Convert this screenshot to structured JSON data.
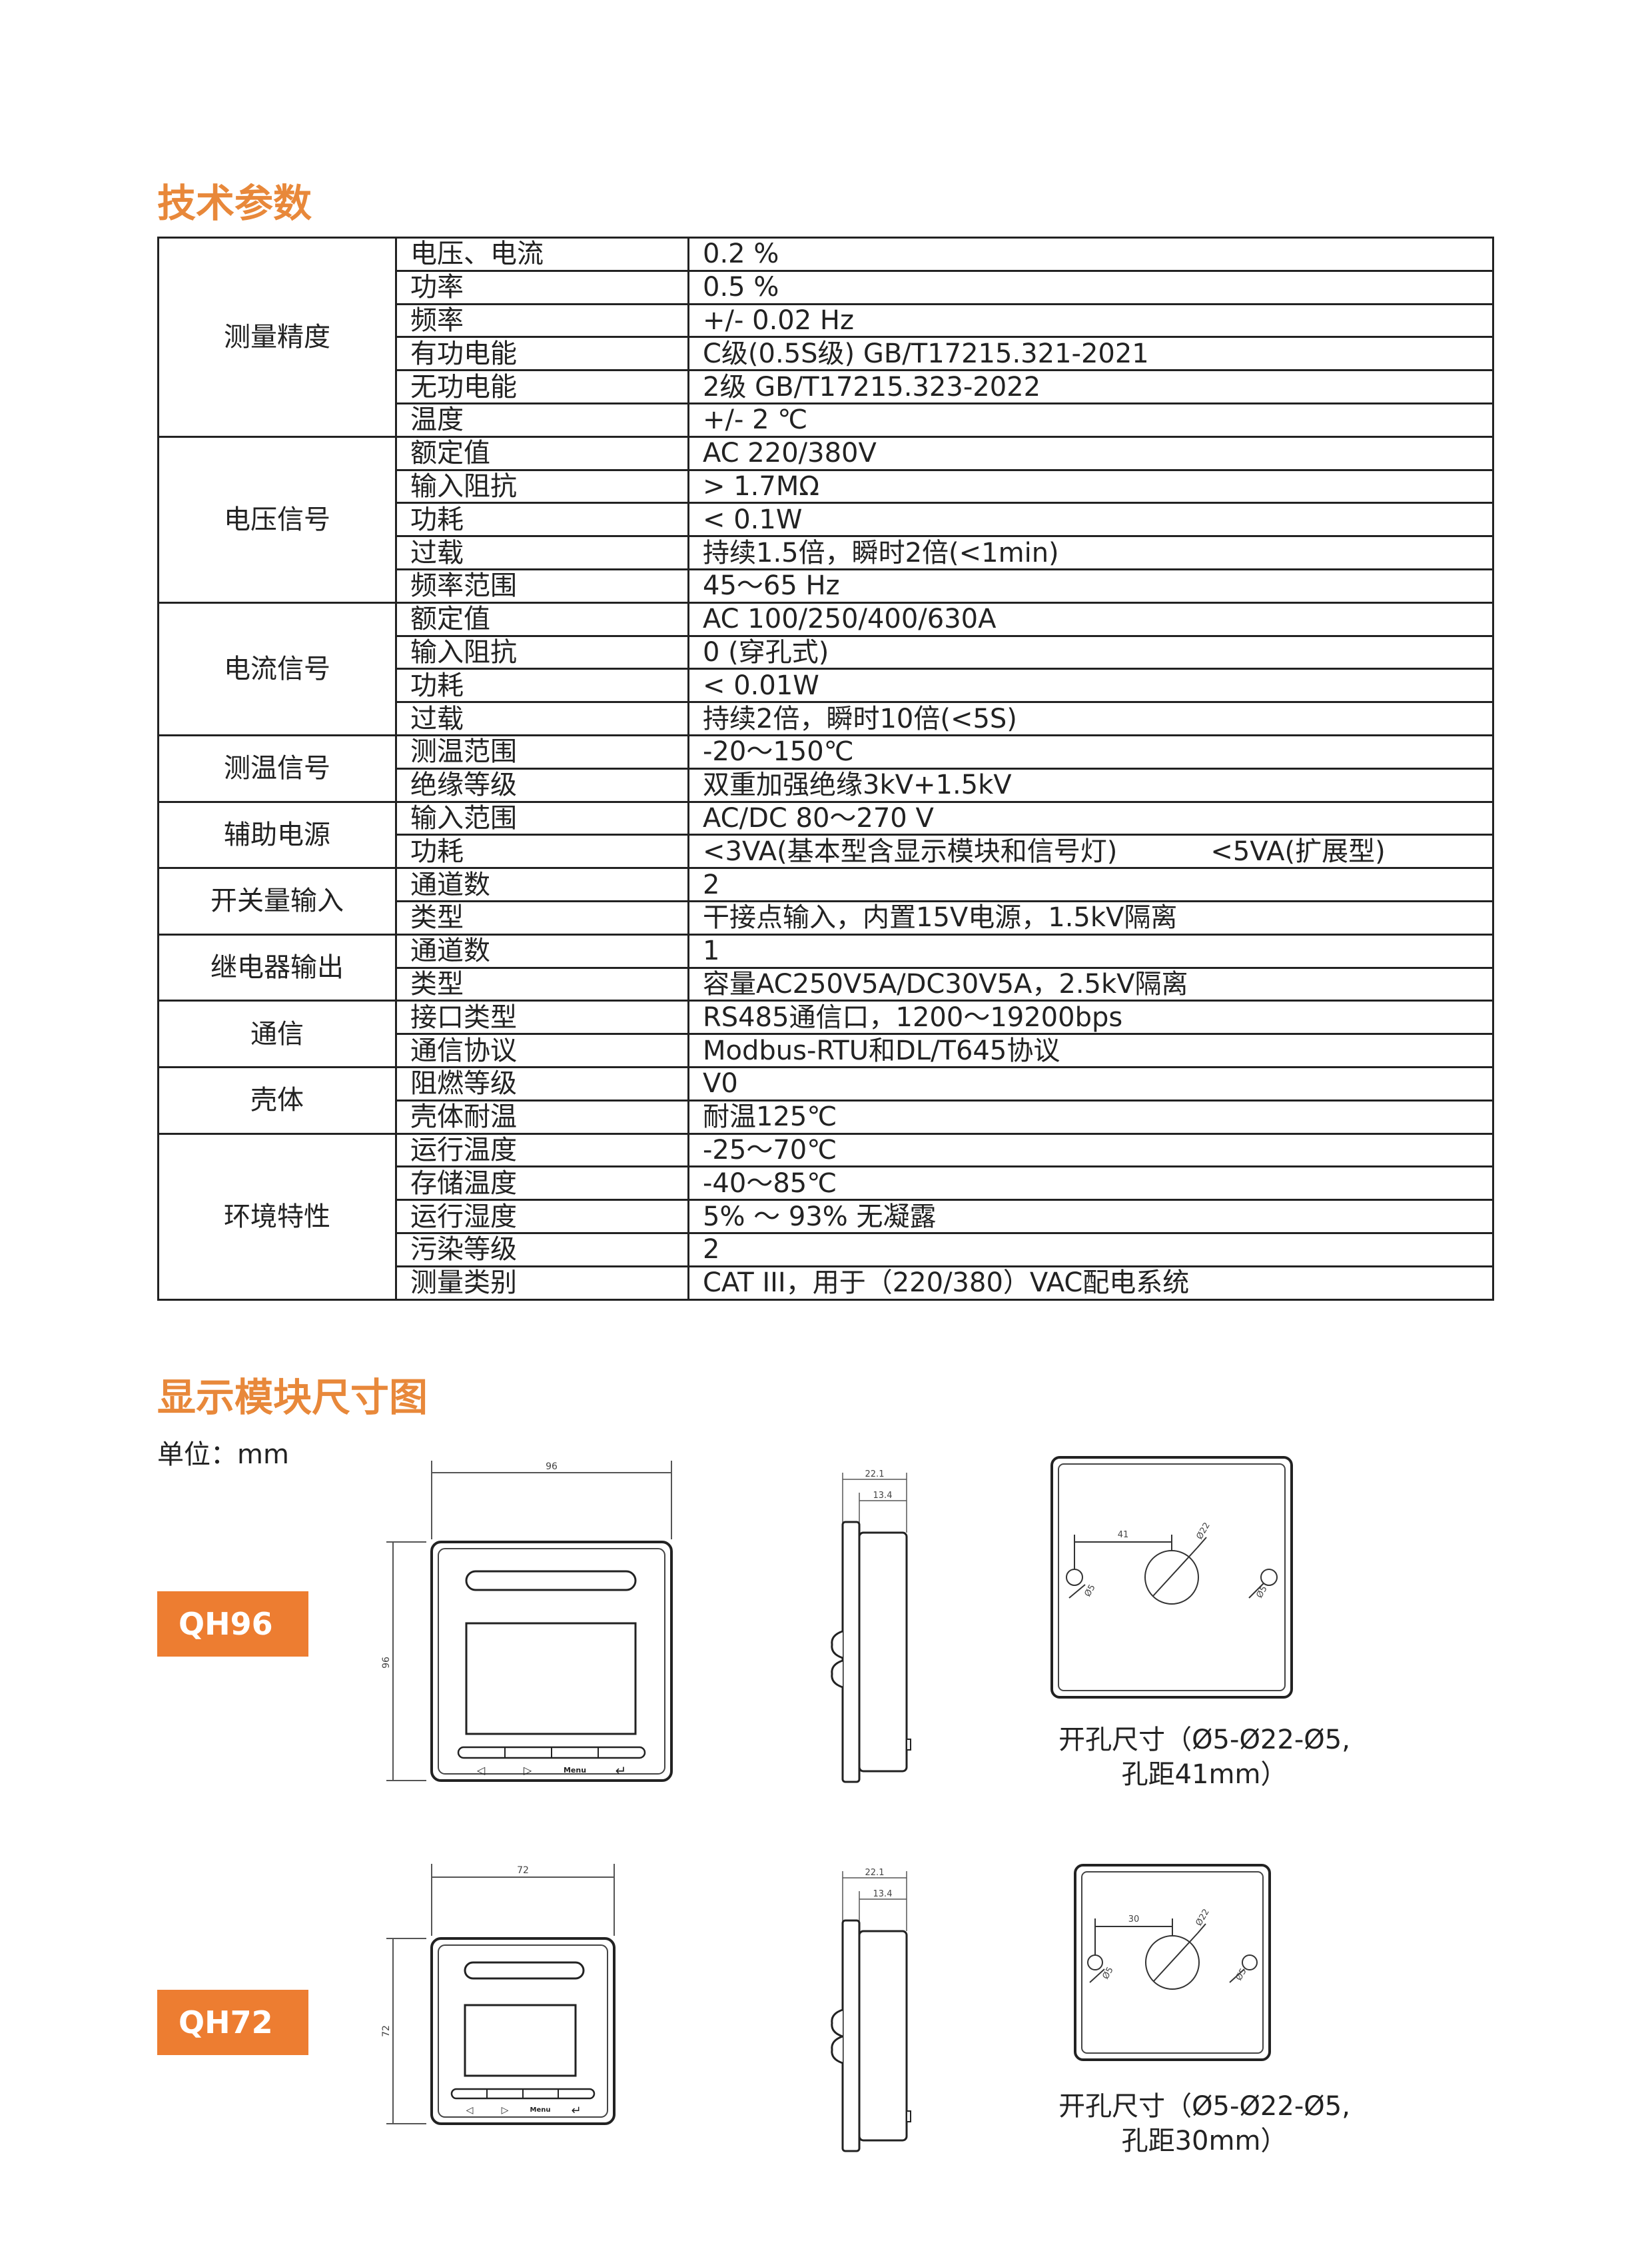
{
  "spec_heading": "技术参数",
  "dim_heading": "显示模块尺寸图",
  "unit_label": "单位：mm",
  "groups": [
    {
      "category": "测量精度",
      "rows": [
        {
          "param": "电压、电流",
          "value": "0.2 %"
        },
        {
          "param": "功率",
          "value": "0.5 %"
        },
        {
          "param": "频率",
          "value": "+/- 0.02 Hz"
        },
        {
          "param": "有功电能",
          "value": "C级(0.5S级) GB/T17215.321-2021"
        },
        {
          "param": "无功电能",
          "value": "2级 GB/T17215.323-2022"
        },
        {
          "param": "温度",
          "value": "+/- 2 ℃"
        }
      ]
    },
    {
      "category": "电压信号",
      "rows": [
        {
          "param": "额定值",
          "value": "AC 220/380V"
        },
        {
          "param": "输入阻抗",
          "value": "> 1.7MΩ"
        },
        {
          "param": "功耗",
          "value": "< 0.1W"
        },
        {
          "param": "过载",
          "value": "持续1.5倍，瞬时2倍(<1min)"
        },
        {
          "param": "频率范围",
          "value": "45～65 Hz"
        }
      ]
    },
    {
      "category": "电流信号",
      "rows": [
        {
          "param": "额定值",
          "value": "AC  100/250/400/630A"
        },
        {
          "param": "输入阻抗",
          "value": "0 (穿孔式)"
        },
        {
          "param": "功耗",
          "value": "< 0.01W"
        },
        {
          "param": "过载",
          "value": "持续2倍，瞬时10倍(<5S)"
        }
      ]
    },
    {
      "category": "测温信号",
      "rows": [
        {
          "param": "测温范围",
          "value": "-20～150℃"
        },
        {
          "param": "绝缘等级",
          "value": "双重加强绝缘3kV+1.5kV"
        }
      ]
    },
    {
      "category": "辅助电源",
      "rows": [
        {
          "param": "输入范围",
          "value": "AC/DC 80～270 V"
        },
        {
          "param": "功耗",
          "value": "<3VA(基本型含显示模块和信号灯)",
          "value2": "<5VA(扩展型)"
        }
      ]
    },
    {
      "category": "开关量输入",
      "rows": [
        {
          "param": "通道数",
          "value": "2"
        },
        {
          "param": "类型",
          "value": "干接点输入，内置15V电源，1.5kV隔离"
        }
      ]
    },
    {
      "category": "继电器输出",
      "rows": [
        {
          "param": "通道数",
          "value": "1"
        },
        {
          "param": "类型",
          "value": "容量AC250V5A/DC30V5A，2.5kV隔离"
        }
      ]
    },
    {
      "category": "通信",
      "rows": [
        {
          "param": "接口类型",
          "value": "RS485通信口，1200～19200bps"
        },
        {
          "param": "通信协议",
          "value": "Modbus-RTU和DL/T645协议"
        }
      ]
    },
    {
      "category": "壳体",
      "rows": [
        {
          "param": "阻燃等级",
          "value": "V0"
        },
        {
          "param": "壳体耐温",
          "value": "耐温125℃"
        }
      ]
    },
    {
      "category": "环境特性",
      "rows": [
        {
          "param": "运行温度",
          "value": "-25～70℃"
        },
        {
          "param": "存储温度",
          "value": "-40～85℃"
        },
        {
          "param": "运行湿度",
          "value": "5%  ～ 93% 无凝露"
        },
        {
          "param": "污染等级",
          "value": "2"
        },
        {
          "param": "测量类别",
          "value": "CAT III，用于（220/380）VAC配电系统"
        }
      ]
    }
  ],
  "models": [
    {
      "name": "QH96",
      "front": {
        "width_label": "96",
        "height_label": "96",
        "btn_left": "◁",
        "btn_right": "▷",
        "btn_menu": "Menu",
        "btn_enter": "↵"
      },
      "side": {
        "depth_label": "22.1",
        "inner_label": "13.4"
      },
      "cutout": {
        "spacing_label": "41",
        "center_label": "Ø22",
        "left_label": "Ø5",
        "right_label": "Ø5"
      },
      "caption_line1": "开孔尺寸（Ø5-Ø22-Ø5,",
      "caption_line2": "孔距41mm）"
    },
    {
      "name": "QH72",
      "front": {
        "width_label": "72",
        "height_label": "72",
        "btn_left": "◁",
        "btn_right": "▷",
        "btn_menu": "Menu",
        "btn_enter": "↵"
      },
      "side": {
        "depth_label": "22.1",
        "inner_label": "13.4"
      },
      "cutout": {
        "spacing_label": "30",
        "center_label": "Ø22",
        "left_label": "Ø5",
        "right_label": "Ø5"
      },
      "caption_line1": "开孔尺寸（Ø5-Ø22-Ø5,",
      "caption_line2": "孔距30mm）"
    }
  ]
}
